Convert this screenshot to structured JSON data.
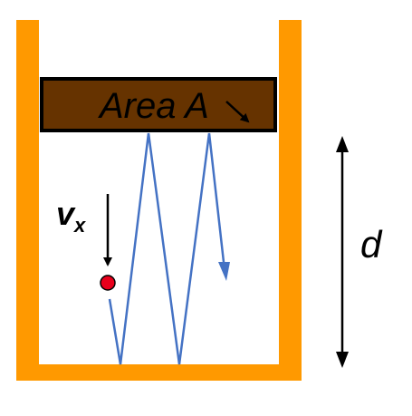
{
  "labels": {
    "area": "Area A",
    "distance": "d",
    "velocity": "v",
    "velocity_subscript": "x"
  },
  "colors": {
    "container": "#FF9900",
    "piston": "#663300",
    "piston_border": "#000000",
    "trajectory": "#4472C4",
    "molecule": "#E8001C",
    "arrows": "#000000"
  }
}
